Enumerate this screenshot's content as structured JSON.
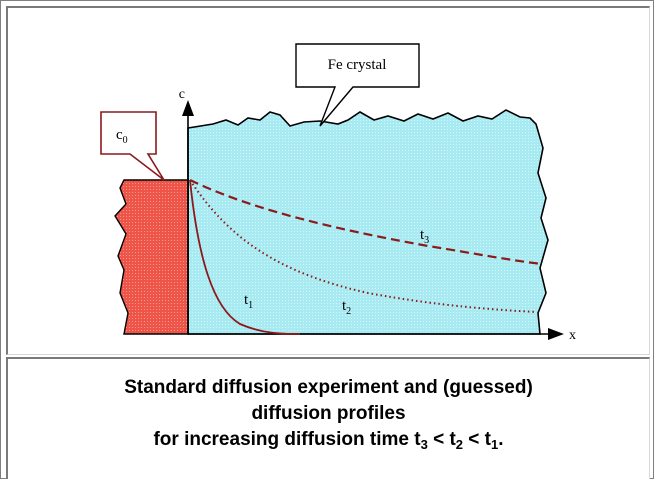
{
  "diagram": {
    "crystal_label": "Fe crystal",
    "c0_label": "c",
    "c0_subscript": "0",
    "axis_c_label": "c",
    "axis_x_label": "x",
    "curves": [
      {
        "name": "t",
        "subscript": "1",
        "style": "solid"
      },
      {
        "name": "t",
        "subscript": "2",
        "style": "dotted"
      },
      {
        "name": "t",
        "subscript": "3",
        "style": "dashed"
      }
    ],
    "colors": {
      "crystal_fill": "#a6e8f0",
      "source_fill": "#ef5a4f",
      "curve": "#8b1a1a",
      "outline": "#000000"
    }
  },
  "caption": {
    "line1": "Standard diffusion experiment and (guessed)",
    "line2": "diffusion profiles",
    "line3_prefix": "for increasing diffusion time t",
    "sub_a": "3",
    "lt1": " < t",
    "sub_b": "2",
    "lt2": " < t",
    "sub_c": "1",
    "suffix": "."
  }
}
